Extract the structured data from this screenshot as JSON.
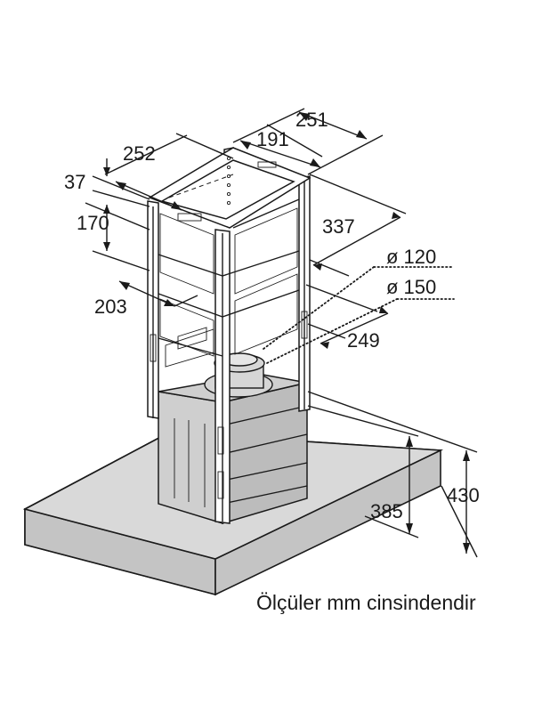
{
  "dimensions": {
    "top_depth": "251",
    "top_inner_depth": "191",
    "top_width": "252",
    "bracket_height": "37",
    "bracket_span": "170",
    "side_depth": "337",
    "duct_diameter_small": "ø 120",
    "duct_diameter_large": "ø 150",
    "lower_width": "203",
    "lower_depth": "249",
    "body_height": "430",
    "plate_height": "385"
  },
  "caption": "Ölçüler mm cinsindendir"
}
